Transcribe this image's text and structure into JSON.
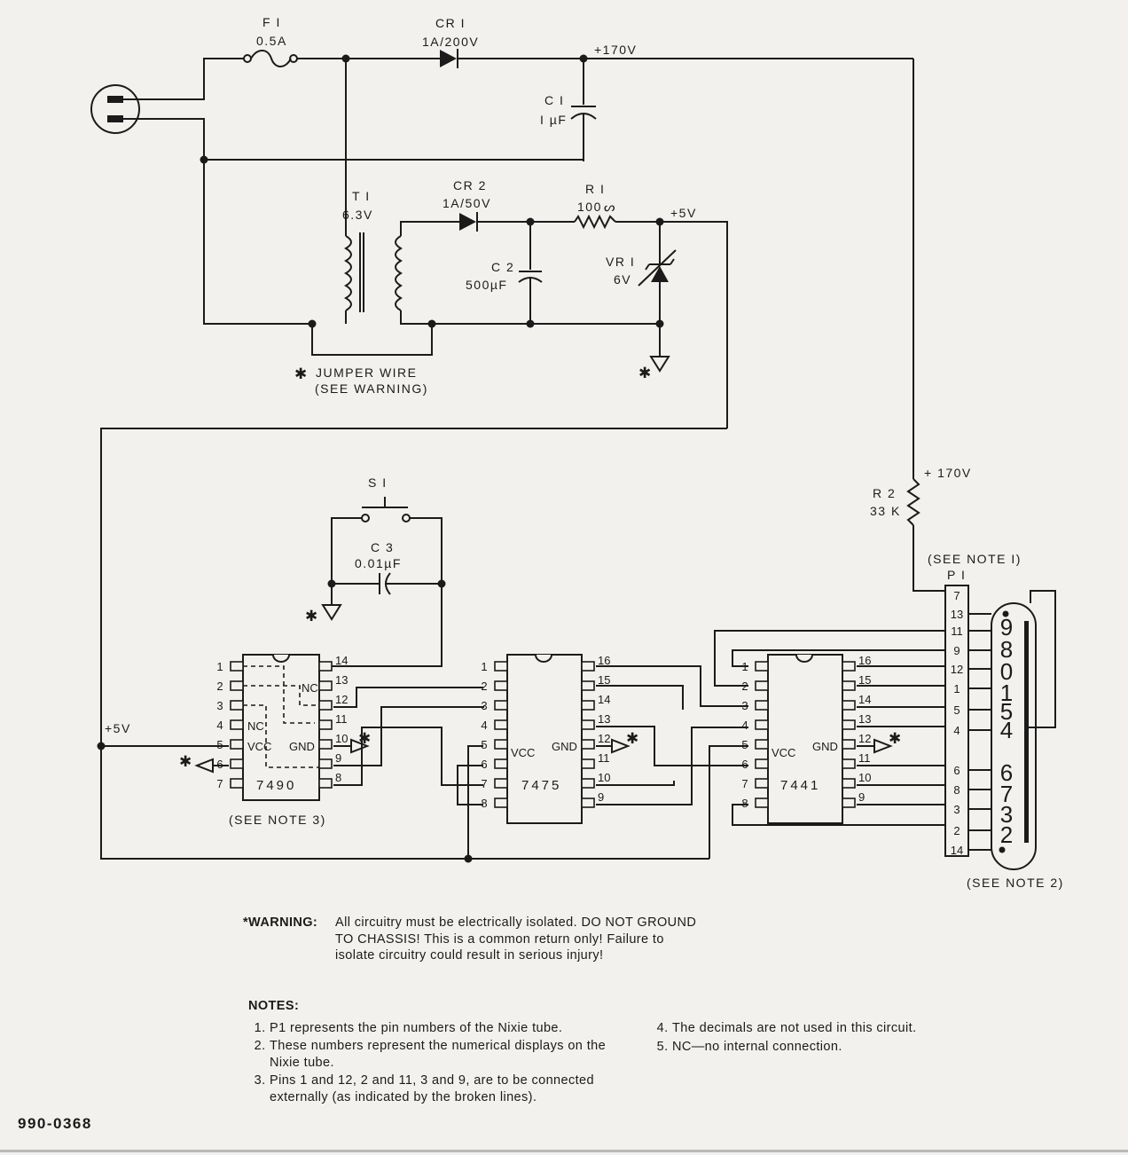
{
  "diagram": {
    "fuse": {
      "ref": "F I",
      "value": "0.5A"
    },
    "cr1": {
      "ref": "CR I",
      "value": "1A/200V"
    },
    "hv_label": "+170V",
    "c1": {
      "ref": "C I",
      "value": "I µF"
    },
    "t1": {
      "ref": "T I",
      "value": "6.3V"
    },
    "cr2": {
      "ref": "CR 2",
      "value": "1A/50V"
    },
    "r1": {
      "ref": "R I",
      "value": "100"
    },
    "c2": {
      "ref": "C 2",
      "value": "500µF"
    },
    "vr1": {
      "ref": "VR I",
      "value": "6V"
    },
    "plus5v_top": "+5V",
    "jumper": {
      "line1": "JUMPER  WIRE",
      "line2": "(SEE  WARNING)"
    },
    "s1": {
      "ref": "S I"
    },
    "c3": {
      "ref": "C 3",
      "value": "0.01µF"
    },
    "plus5v_left": "+5V",
    "hv_label2": "+ 170V",
    "r2": {
      "ref": "R 2",
      "value": "33 K"
    },
    "see_note1": "(SEE  NOTE  I)",
    "p1": "P I",
    "see_note2": "(SEE  NOTE 2)",
    "see_note3": "(SEE NOTE 3)",
    "chip_7490": {
      "name": "7490",
      "left_pins": [
        "1",
        "2",
        "3",
        "4",
        "5",
        "6",
        "7"
      ],
      "right_pins": [
        "14",
        "13",
        "12",
        "11",
        "10",
        "9",
        "8"
      ],
      "nc_top": "NC",
      "nc_left": "NC",
      "vcc": "VCC",
      "gnd": "GND"
    },
    "chip_7475": {
      "name": "7475",
      "left_pins": [
        "1",
        "2",
        "3",
        "4",
        "5",
        "6",
        "7",
        "8"
      ],
      "right_pins": [
        "16",
        "15",
        "14",
        "13",
        "12",
        "11",
        "10",
        "9"
      ],
      "vcc": "VCC",
      "gnd": "GND"
    },
    "chip_7441": {
      "name": "7441",
      "left_pins": [
        "1",
        "2",
        "3",
        "4",
        "5",
        "6",
        "7",
        "8"
      ],
      "right_pins": [
        "16",
        "15",
        "14",
        "13",
        "12",
        "11",
        "10",
        "9"
      ],
      "vcc": "VCC",
      "gnd": "GND"
    },
    "p1_pins": [
      "7",
      "13",
      "11",
      "9",
      "12",
      "1",
      "5",
      "4",
      "6",
      "8",
      "3",
      "2",
      "14"
    ],
    "nixie_digits": [
      "9",
      "8",
      "0",
      "1",
      "5",
      "4",
      "6",
      "7",
      "3",
      "2"
    ]
  },
  "warning": {
    "label": "*WARNING:",
    "text": "All circuitry must be electrically isolated. DO NOT GROUND TO CHASSIS! This is a common return only! Failure to isolate circuitry could result in serious injury!"
  },
  "notes": {
    "title": "NOTES:",
    "items": [
      "P1 represents the pin numbers of the Nixie tube.",
      "These numbers represent the numerical displays on the Nixie tube.",
      "Pins 1 and 12, 2 and 11, 3 and 9, are to be connected externally (as indicated by the broken lines).",
      "The decimals are not used in this circuit.",
      "NC—no internal connection."
    ]
  },
  "doc_number": "990-0368"
}
